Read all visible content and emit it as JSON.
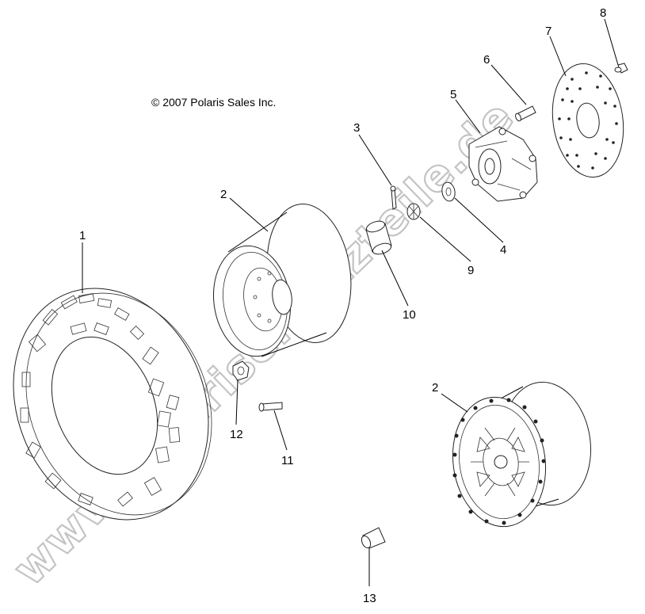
{
  "copyright": "© 2007 Polaris Sales Inc.",
  "watermark": "www.polarisersatzteile.de",
  "callouts": {
    "c1": "1",
    "c2a": "2",
    "c2b": "2",
    "c3": "3",
    "c4": "4",
    "c5": "5",
    "c6": "6",
    "c7": "7",
    "c8": "8",
    "c9": "9",
    "c10": "10",
    "c11": "11",
    "c12": "12",
    "c13": "13"
  }
}
